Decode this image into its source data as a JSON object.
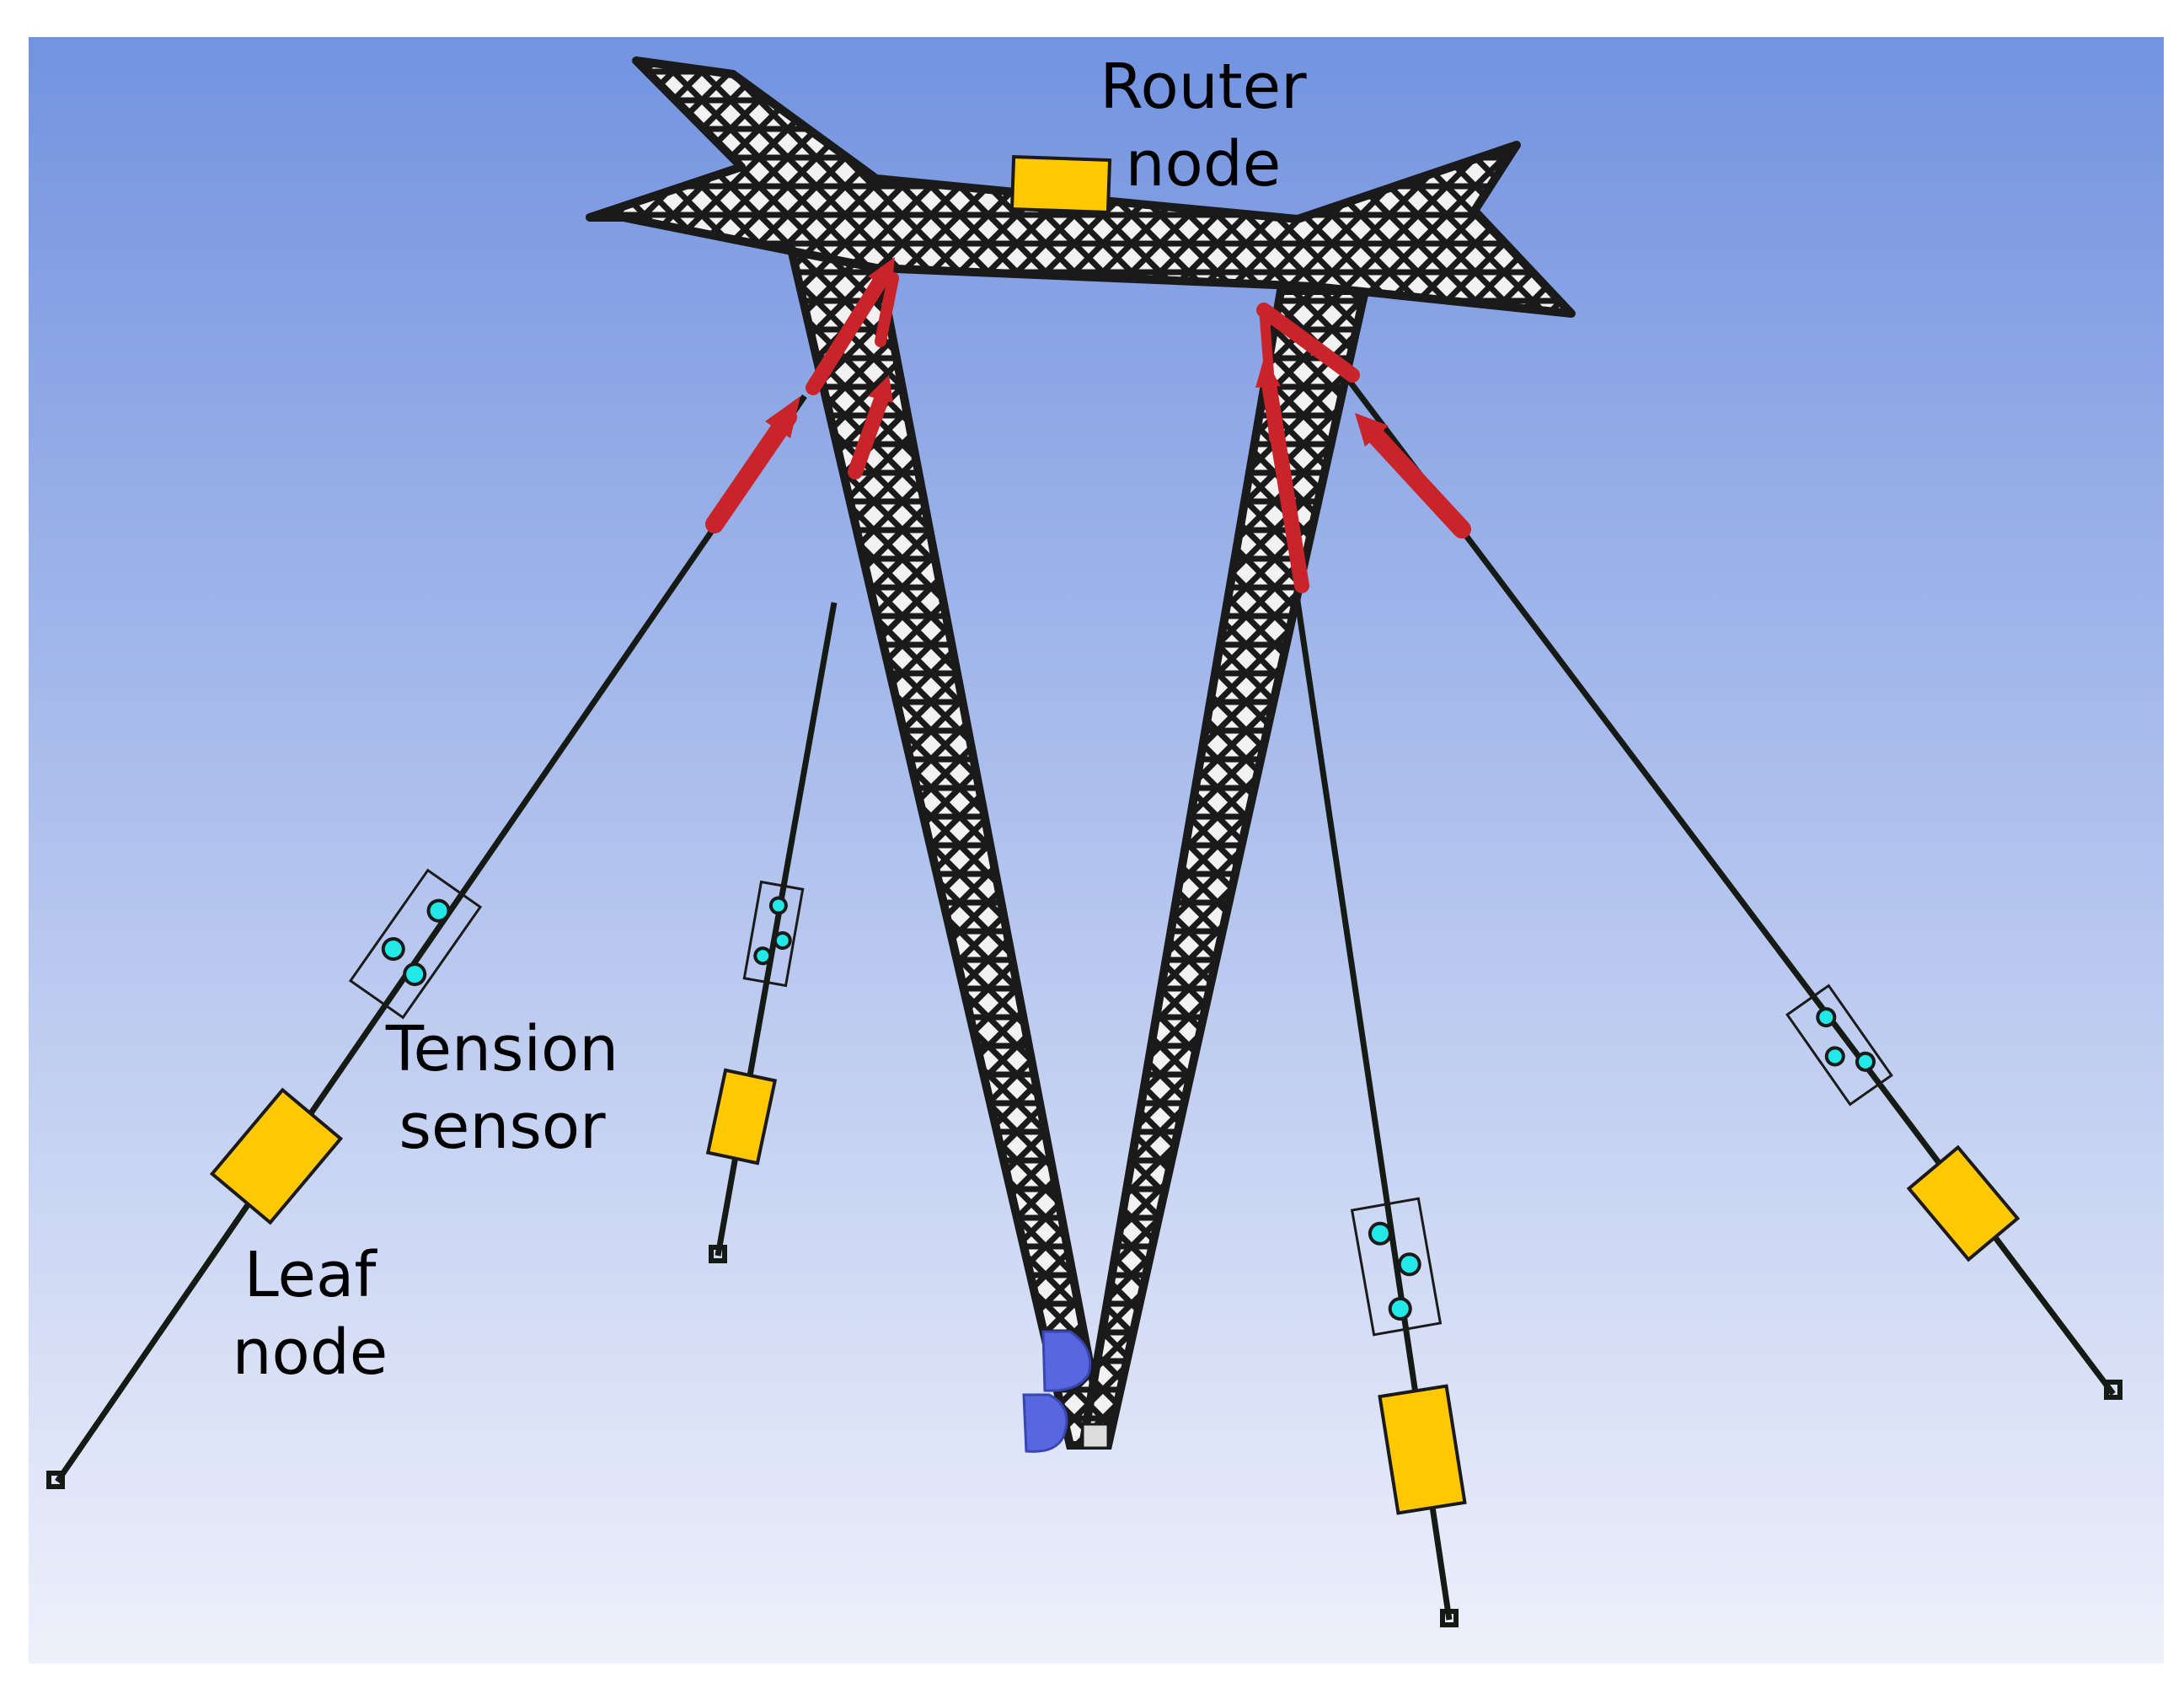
{
  "labels": {
    "router_line1": "Router",
    "router_line2": "node",
    "tension_line1": "Tension",
    "tension_line2": "sensor",
    "leaf_line1": "Leaf",
    "leaf_line2": "node"
  },
  "colors": {
    "sky_top": "#7393e0",
    "sky_bottom": "#eef1fb",
    "node_fill": "#ffc800",
    "sensor_dot": "#22e8e8",
    "tension_arrow": "#c8242a",
    "tower_steel": "#1a1a1a",
    "tower_light": "#f2f2f2",
    "anchor": "#5866e0"
  },
  "icons": {
    "leaf_node": "yellow-rectangle",
    "router_node": "yellow-rectangle",
    "tension_sensor": "rectangle-with-cyan-dots",
    "tension_force": "red-arrow"
  }
}
